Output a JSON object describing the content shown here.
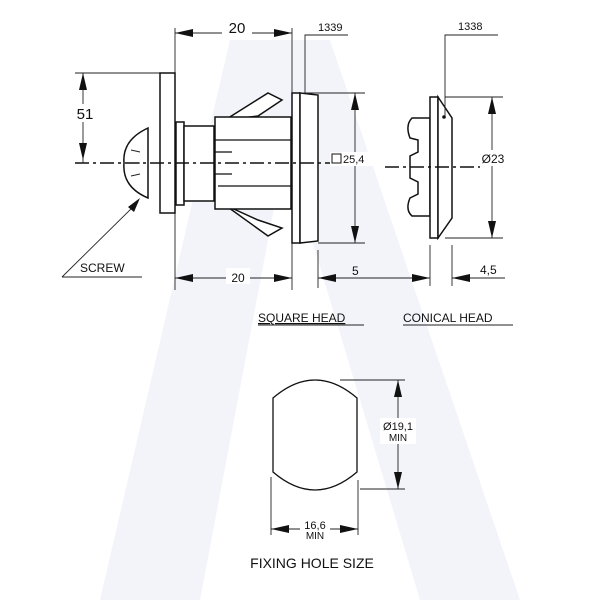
{
  "drawing": {
    "dim_top_length": "20",
    "dim_height": "51",
    "part_square_head": "1339",
    "part_conical_head": "1338",
    "dim_square": "25,4",
    "dim_bottom_length": "20",
    "dim_square_head_thickness": "5",
    "dim_conical_diameter": "Ø23",
    "dim_conical_thickness": "4,5",
    "screw_label": "SCREW",
    "square_head_label": "SQUARE HEAD",
    "conical_head_label": "CONICAL HEAD",
    "hole_diameter": "Ø19,1",
    "hole_diameter_min": "MIN",
    "hole_width": "16,6",
    "hole_width_min": "MIN",
    "hole_title": "FIXING HOLE SIZE"
  },
  "colors": {
    "line": "#111111",
    "watermark": "#eef0f7"
  }
}
